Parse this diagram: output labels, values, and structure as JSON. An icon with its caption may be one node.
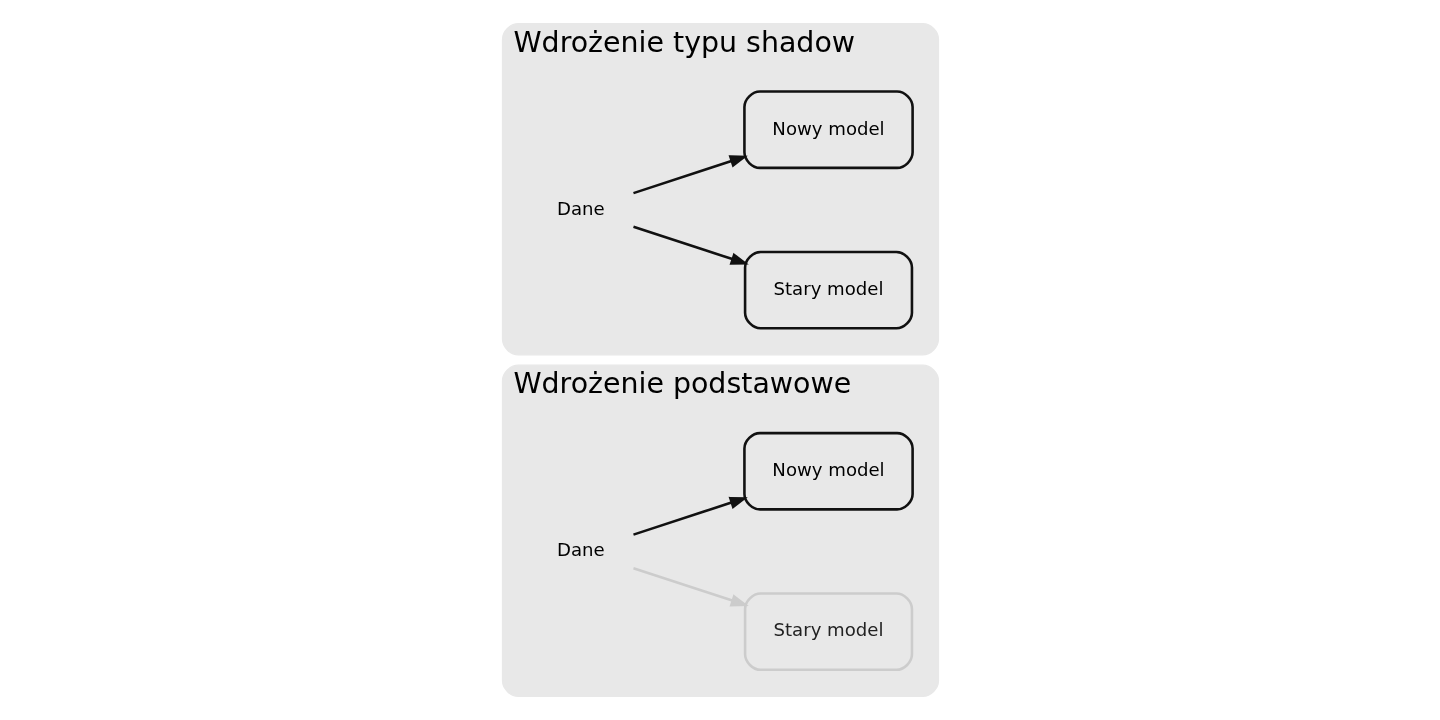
{
  "diagram": {
    "nodes": [
      {
        "text": [
          "Wdrożenie podstawowe"
        ]
      },
      {
        "text": [
          "Dane"
        ],
        "in": 0
      },
      {
        "text": [
          "Stary model"
        ],
        "in": 0
      },
      {
        "text": [
          "Nowy model"
        ],
        "in": 0
      },
      {
        "text": [
          "Wdrożenie typu shadow"
        ]
      },
      {
        "text": [
          "Dane"
        ],
        "in": 4
      },
      {
        "text": [
          "Stary model"
        ],
        "in": 4
      },
      {
        "text": [
          "Nowy model"
        ],
        "in": 4
      }
    ],
    "edges": [
      {
        "from": 1,
        "to": 2,
        "arrow": "to",
        "color": "#cccccc"
      },
      {
        "from": 1,
        "to": 3,
        "arrow": "to"
      },
      {
        "from": 5,
        "to": 6,
        "arrow": "to"
      },
      {
        "from": 5,
        "to": 7,
        "arrow": "to"
      }
    ]
  }
}
